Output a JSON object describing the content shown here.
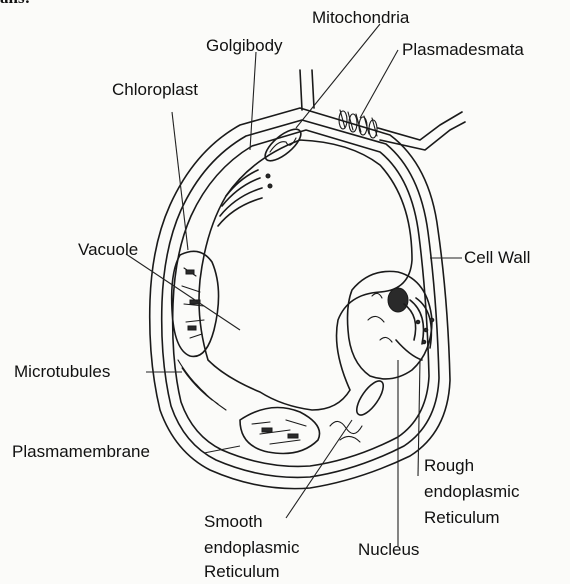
{
  "header": {
    "fragment": "ans:"
  },
  "labels": {
    "mitochondria": "Mitochondria",
    "golgibody": "Golgibody",
    "plasmadesmata": "Plasmadesmata",
    "chloroplast": "Chloroplast",
    "vacuole": "Vacuole",
    "cell_wall": "Cell Wall",
    "microtubules": "Microtubules",
    "plasmamembrane": "Plasmamembrane",
    "rough_er": [
      "Rough",
      "endoplasmic",
      "Reticulum"
    ],
    "smooth_er": [
      "Smooth",
      "endoplasmic",
      "Reticulum"
    ],
    "nucleus": "Nucleus"
  },
  "colors": {
    "ink": "#1a1a1a",
    "paper": "#fbfbf9"
  }
}
